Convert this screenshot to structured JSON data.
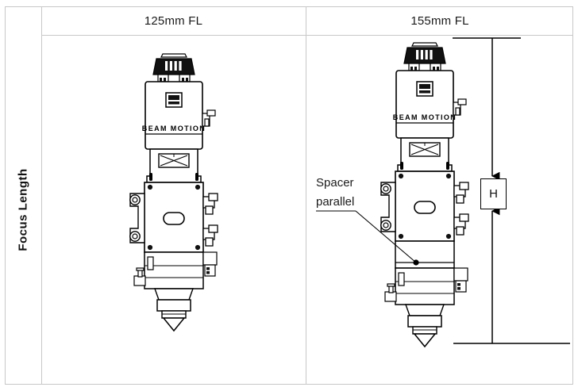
{
  "table": {
    "row_label": "Focus  Length",
    "columns": [
      {
        "id": "col-125",
        "header": "125mm FL"
      },
      {
        "id": "col-155",
        "header": "155mm FL"
      }
    ]
  },
  "drawings": {
    "left_head": {
      "caption": "125mm FL",
      "body_brand_text": "BEAM MOTION",
      "badge_icon": "laser-warning-icon",
      "crosshair_label_icon": "x-cross-label-icon",
      "oval_cutout_icon": "oval-cutout-icon",
      "nozzle_icon": "conical-nozzle-icon",
      "connector_icon": "fiber-connector-icon",
      "has_spacer": false
    },
    "right_head": {
      "caption": "155mm FL",
      "body_brand_text": "BEAM MOTION",
      "badge_icon": "laser-warning-icon",
      "crosshair_label_icon": "x-cross-label-icon",
      "oval_cutout_icon": "oval-cutout-icon",
      "nozzle_icon": "conical-nozzle-icon",
      "connector_icon": "fiber-connector-icon",
      "has_spacer": true
    }
  },
  "annotations": {
    "spacer_line1": "Spacer",
    "spacer_line2": "parallel",
    "dimension_label": "H"
  },
  "colors": {
    "table_border": "#c8c8c8",
    "line": "#000000",
    "text": "#1a1a1a",
    "background": "#ffffff",
    "connector_fill": "#111111"
  }
}
